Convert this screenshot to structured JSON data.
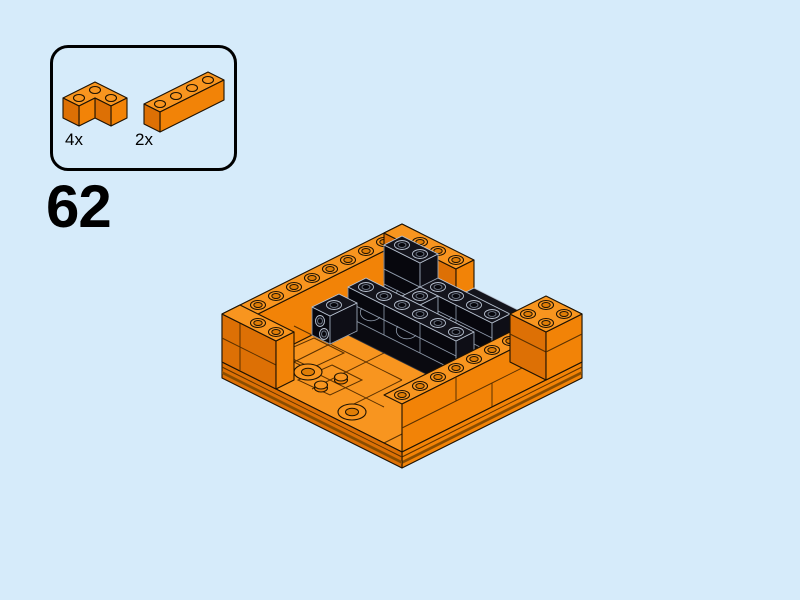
{
  "page": {
    "type": "lego-building-instruction-step",
    "background_color": "#d6ebfa"
  },
  "step": {
    "number": "62"
  },
  "parts_callout": {
    "border_color": "#000000",
    "parts": [
      {
        "part": "brick-2x2-corner",
        "quantity_label": "4x",
        "color": "#F6891C"
      },
      {
        "part": "brick-1x4",
        "quantity_label": "2x",
        "color": "#F6891C"
      }
    ]
  },
  "model": {
    "kind": "isometric-lego-step-render",
    "description": "Open-top orange box assembly with black bricks inside; walls of open studs around perimeter with a gap at the back-right and front-left edges",
    "colors": {
      "orange_top": "#F8951F",
      "orange_light_side": "#F28307",
      "orange_dark_side": "#DD7005",
      "black_piece": "#0B0B12",
      "black_outline": "#B9C3D2",
      "edge_line": "#1D1203"
    }
  }
}
